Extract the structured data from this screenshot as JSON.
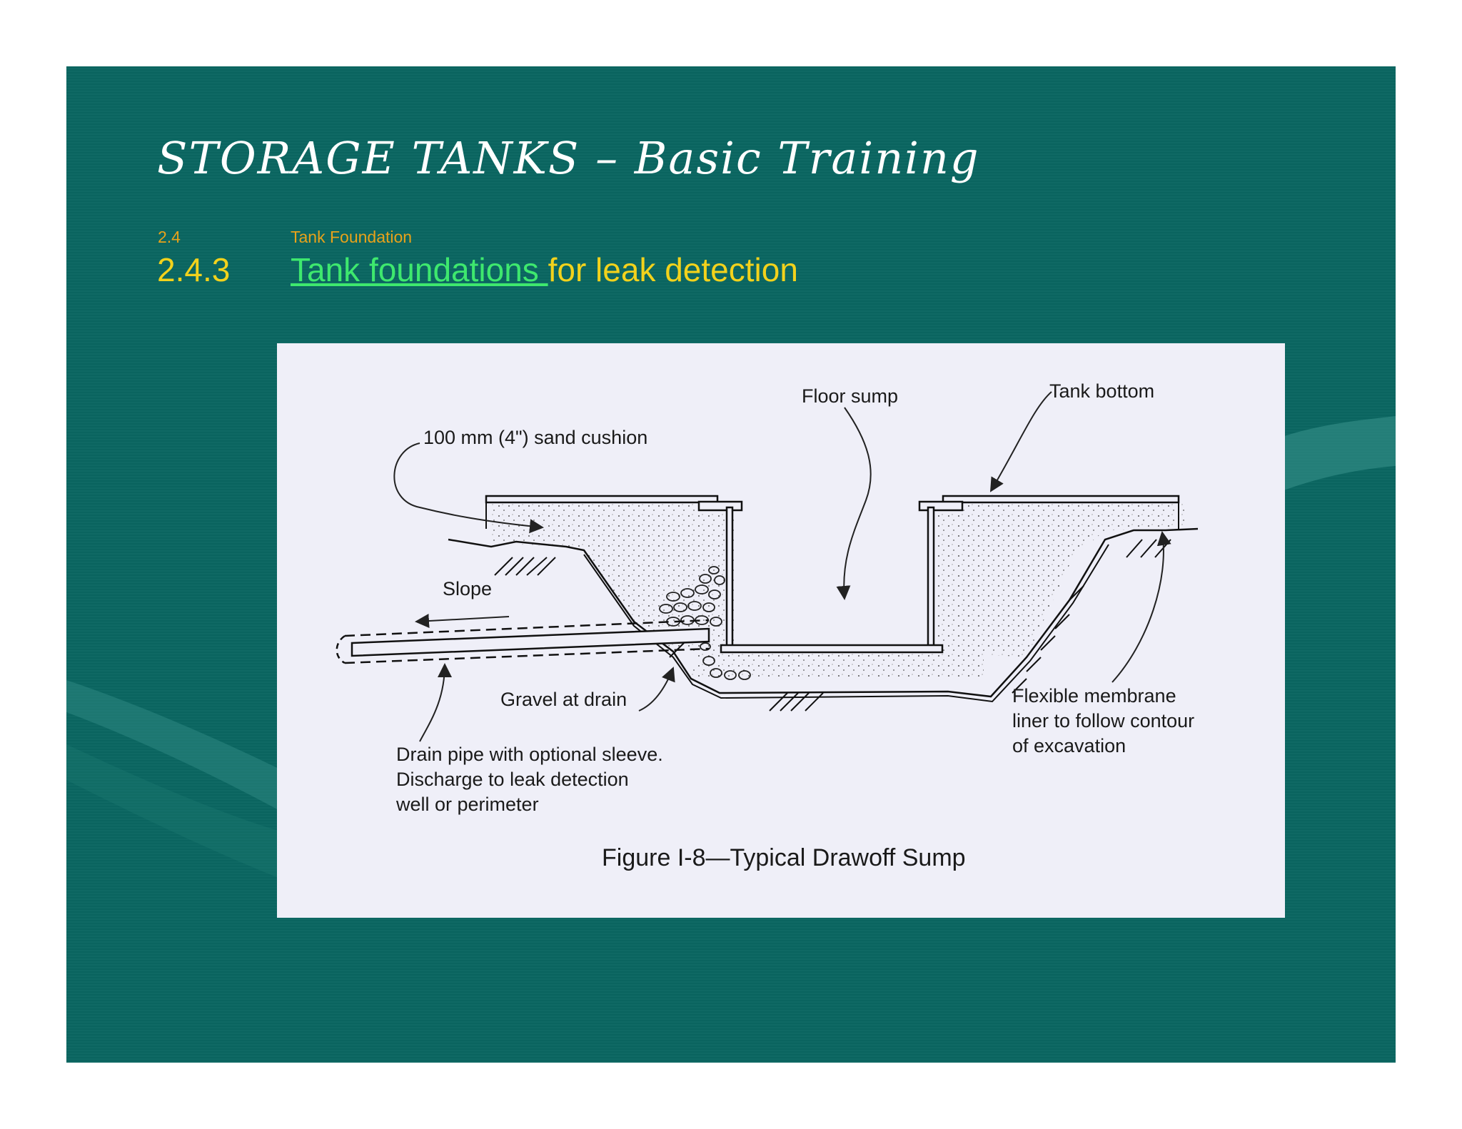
{
  "slide": {
    "title": "STORAGE TANKS – Basic Training",
    "section": {
      "number": "2.4",
      "name": "Tank Foundation"
    },
    "subsection": {
      "number": "2.4.3",
      "link_text": "Tank foundations ",
      "rest_text": "for leak detection"
    }
  },
  "figure": {
    "labels": {
      "floor_sump": "Floor sump",
      "tank_bottom": "Tank bottom",
      "sand_cushion": "100 mm (4\") sand cushion",
      "slope": "Slope",
      "gravel": "Gravel at drain",
      "drain_line1": "Drain pipe with optional sleeve.",
      "drain_line2": "Discharge to leak detection",
      "drain_line3": "well or perimeter",
      "membrane_line1": "Flexible membrane",
      "membrane_line2": "liner to follow contour",
      "membrane_line3": "of excavation"
    },
    "caption": "Figure I-8—Typical Drawoff Sump"
  },
  "colors": {
    "background": "#0a6661",
    "title": "#ffffff",
    "section_orange": "#e8a21a",
    "section_yellow": "#f2d21c",
    "link_green": "#3ee86e",
    "figure_bg": "#efeff8"
  }
}
